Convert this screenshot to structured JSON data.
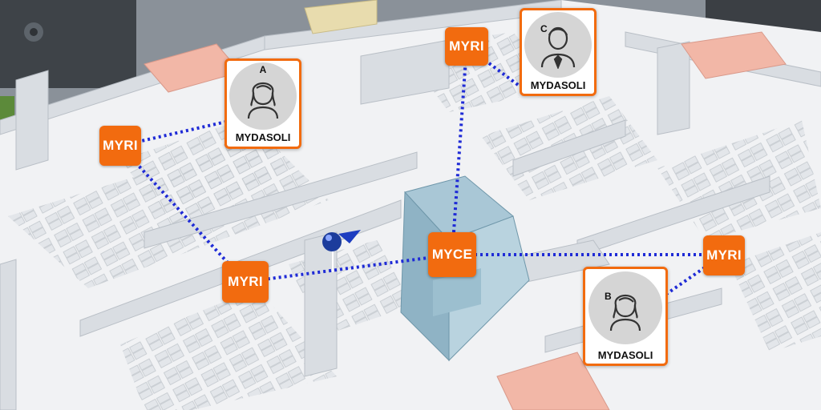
{
  "colors": {
    "accent": "#f26b0f",
    "link": "#1f2bd6"
  },
  "nodes": {
    "myri_left": "MYRI",
    "myri_center": "MYRI",
    "myri_top": "MYRI",
    "myce": "MYCE",
    "myri_right": "MYRI"
  },
  "cards": [
    {
      "tag": "A",
      "label": "MYDASOLI",
      "icon": "woman-avatar-icon"
    },
    {
      "tag": "C",
      "label": "MYDASOLI",
      "icon": "man-with-tie-avatar-icon"
    },
    {
      "tag": "B",
      "label": "MYDASOLI",
      "icon": "woman-avatar-icon"
    }
  ],
  "marker": {
    "icon": "location-pin-icon"
  }
}
